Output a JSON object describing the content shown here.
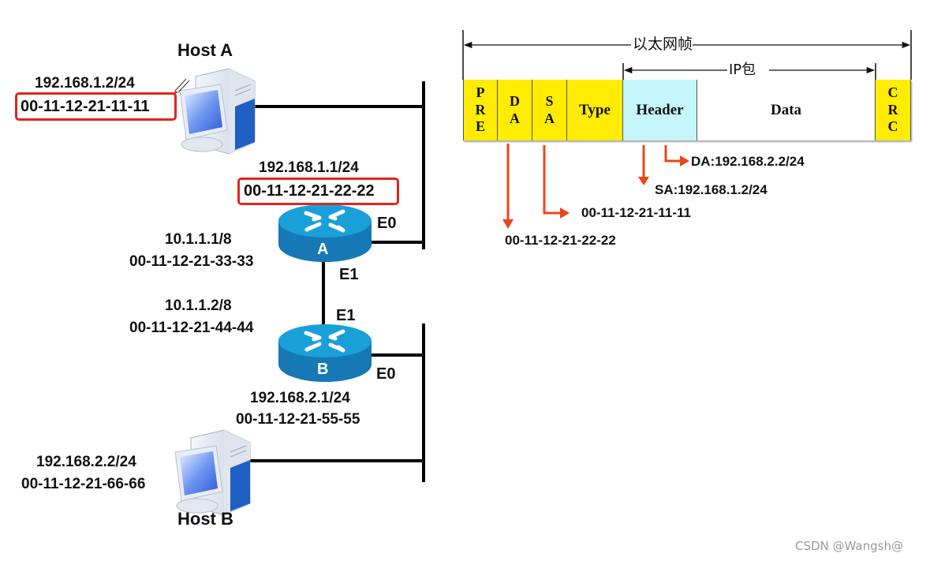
{
  "network": {
    "host_a": {
      "title": "Host A",
      "ip": "192.168.1.2/24",
      "mac": "00-11-12-21-11-11"
    },
    "host_b": {
      "title": "Host B",
      "ip": "192.168.2.2/24",
      "mac": "00-11-12-21-66-66"
    },
    "router_a": {
      "label": "A",
      "e0": {
        "name": "E0",
        "ip": "192.168.1.1/24",
        "mac": "00-11-12-21-22-22"
      },
      "e1": {
        "name": "E1",
        "ip": "10.1.1.1/8",
        "mac": "00-11-12-21-33-33"
      }
    },
    "router_b": {
      "label": "B",
      "e0": {
        "name": "E0",
        "ip": "192.168.2.1/24",
        "mac": "00-11-12-21-55-55"
      },
      "e1": {
        "name": "E1",
        "ip": "10.1.1.2/8",
        "mac": "00-11-12-21-44-44"
      }
    }
  },
  "frame": {
    "ethernet_frame_label": "以太网帧",
    "ip_packet_label": "IP包",
    "fields": [
      {
        "name": "PRE",
        "lines": [
          "P",
          "R",
          "E"
        ]
      },
      {
        "name": "DA",
        "lines": [
          "D",
          "A"
        ]
      },
      {
        "name": "SA",
        "lines": [
          "S",
          "A"
        ]
      },
      {
        "name": "Type",
        "lines": [
          "Type"
        ]
      },
      {
        "name": "Header",
        "lines": [
          "Header"
        ]
      },
      {
        "name": "Data",
        "lines": [
          "Data"
        ]
      },
      {
        "name": "CRC",
        "lines": [
          "C",
          "R",
          "C"
        ]
      }
    ],
    "annotations": {
      "da_mac": "00-11-12-21-22-22",
      "sa_mac": "00-11-12-21-11-11",
      "ip_sa": "SA:192.168.1.2/24",
      "ip_da": "DA:192.168.2.2/24"
    }
  },
  "colors": {
    "ethernet_field": "#ffec00",
    "ip_header": "#c4f6fb",
    "highlight": "#e0251b",
    "arrow": "#e8471a",
    "router": "#1aa0d8"
  },
  "watermark": "CSDN @Wangsh@"
}
